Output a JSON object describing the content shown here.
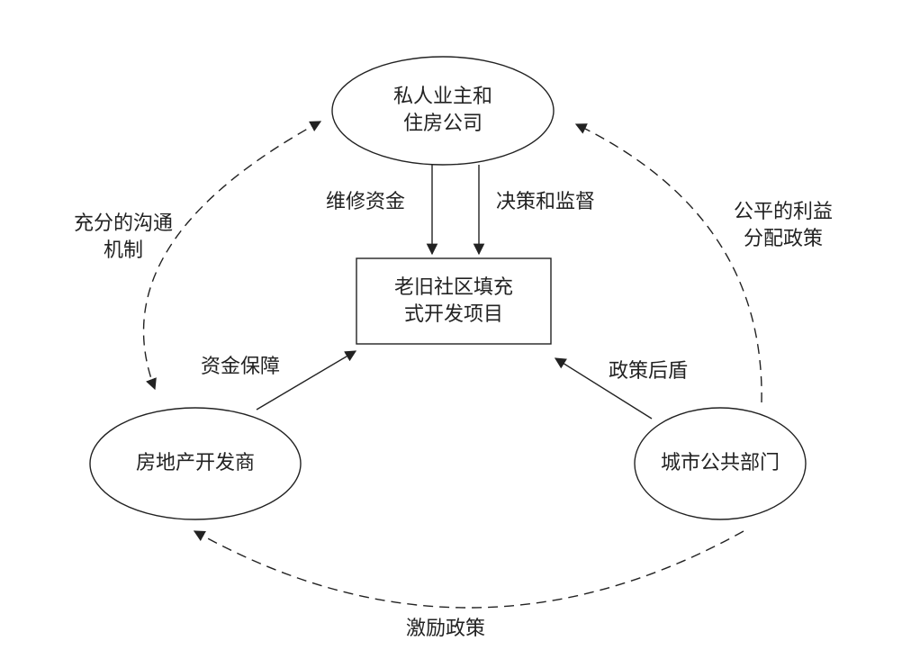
{
  "nodes": {
    "owners": [
      "私人业主和",
      "住房公司"
    ],
    "project": [
      "老旧社区填充",
      "式开发项目"
    ],
    "developer": "房地产开发商",
    "public_dept": "城市公共部门"
  },
  "edges": {
    "maintenance_funds": "维修资金",
    "decision_supervision": "决策和监督",
    "communication": [
      "充分的沟通",
      "机制"
    ],
    "fair_distribution": [
      "公平的利益",
      "分配政策"
    ],
    "funding_guarantee": "资金保障",
    "policy_backing": "政策后盾",
    "incentive_policy": "激励政策"
  }
}
